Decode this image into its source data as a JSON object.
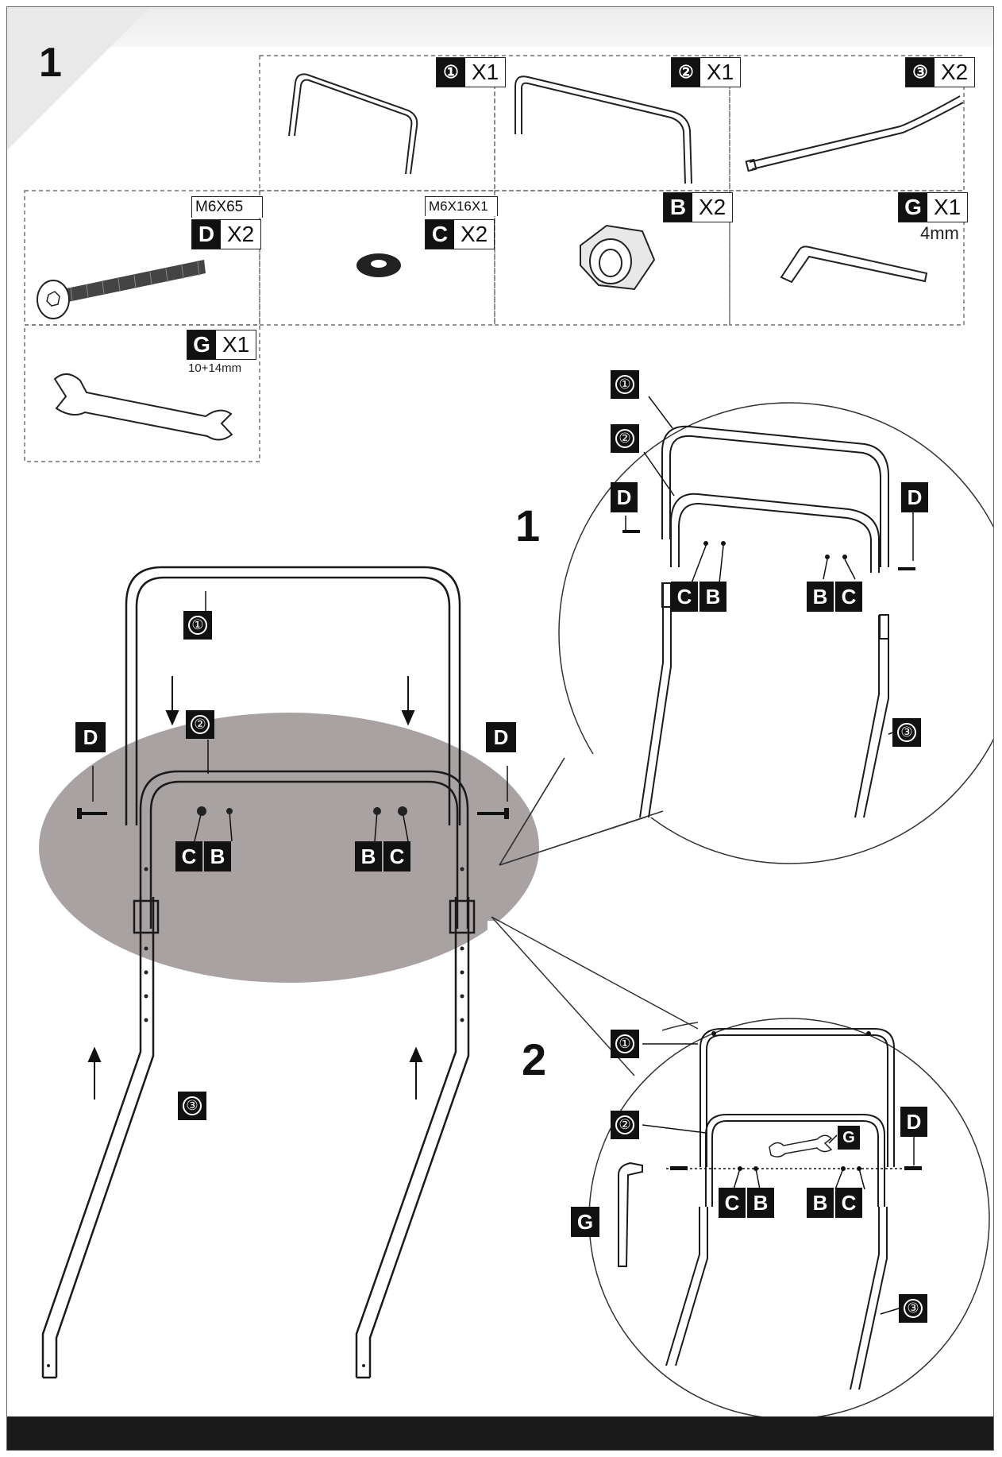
{
  "step": "1",
  "parts": {
    "p1": {
      "num": "①",
      "qty": "X1"
    },
    "p2": {
      "num": "②",
      "qty": "X1"
    },
    "p3": {
      "num": "③",
      "qty": "X2"
    },
    "d": {
      "spec": "M6X65",
      "key": "D",
      "qty": "X2"
    },
    "c": {
      "spec": "M6X16X1",
      "key": "C",
      "qty": "X2"
    },
    "b": {
      "key": "B",
      "qty": "X2"
    },
    "g1": {
      "key": "G",
      "qty": "X1",
      "sub": "4mm"
    },
    "g2": {
      "key": "G",
      "qty": "X1",
      "sub": "10+14mm"
    }
  },
  "callouts": {
    "c1": "①",
    "c2": "②",
    "c3": "③"
  },
  "letters": {
    "d": "D",
    "c": "C",
    "b": "B",
    "g": "G"
  },
  "detail": {
    "one": "1",
    "two": "2"
  },
  "colors": {
    "highlight": "#a9a2a2",
    "ink": "#111111",
    "bar": "#1a1a1a"
  }
}
